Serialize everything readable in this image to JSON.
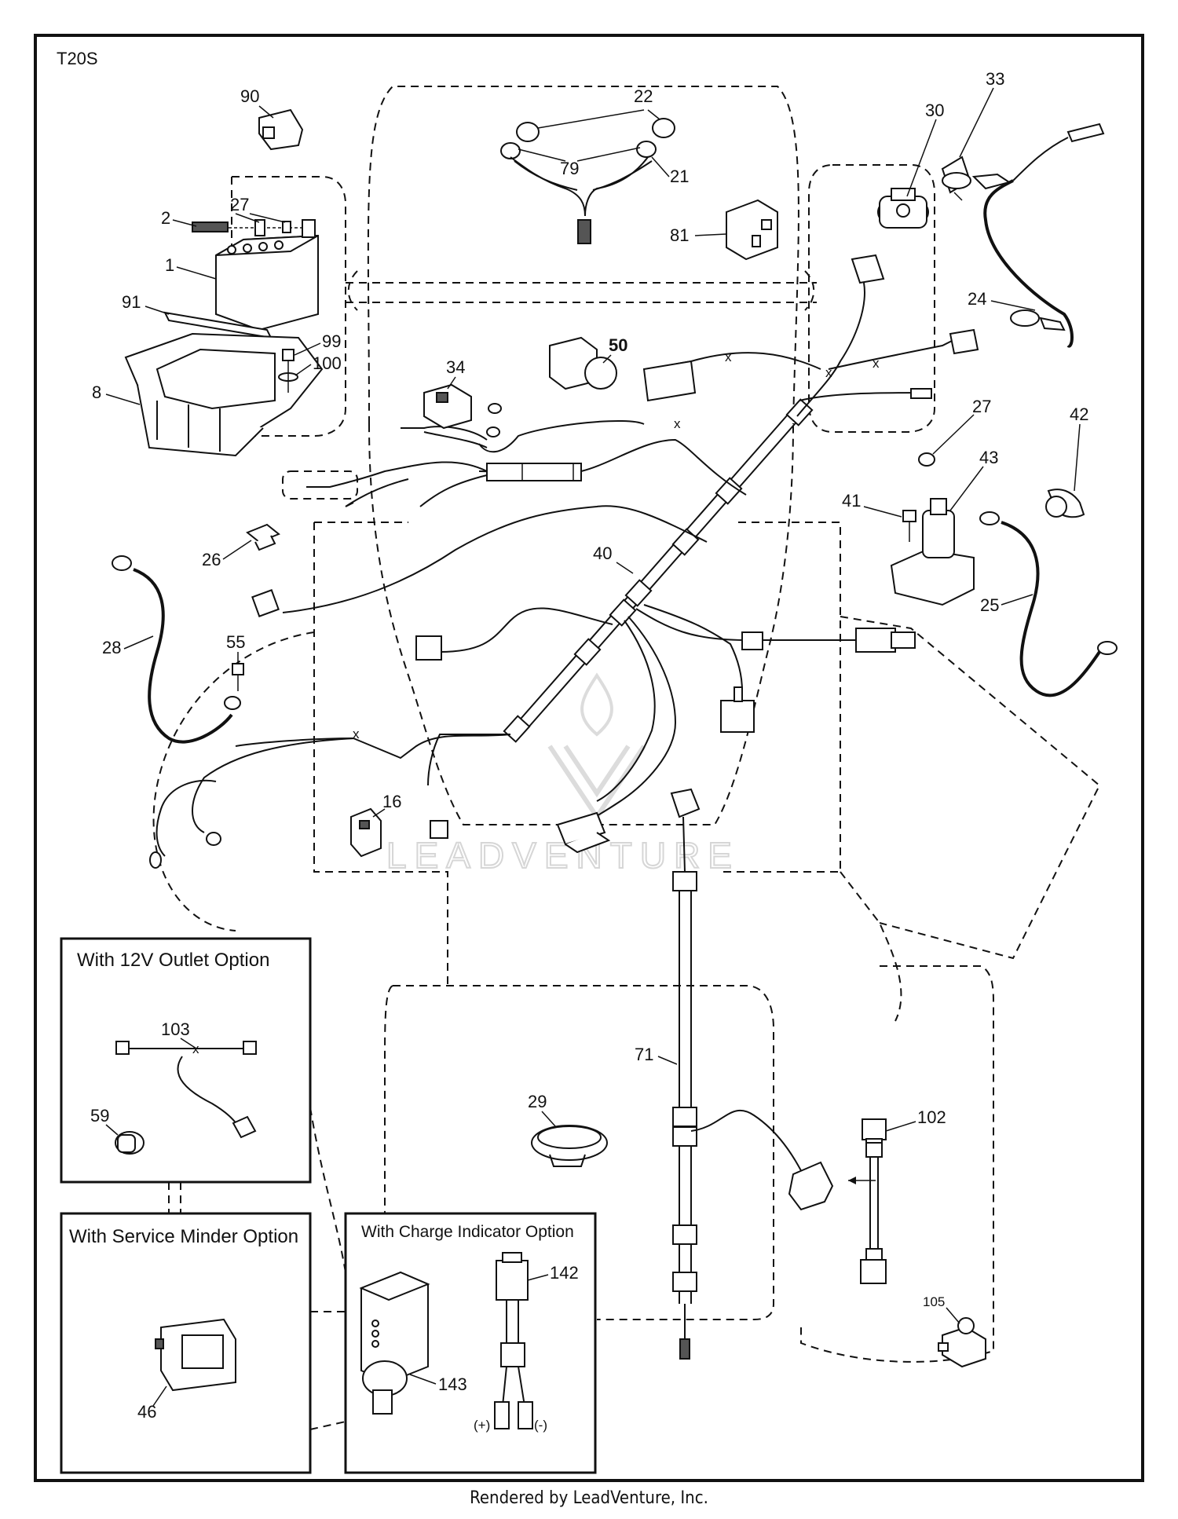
{
  "diagram_code": "T20S",
  "footer": "Rendered by LeadVenture, Inc.",
  "watermark": "LEADVENTURE",
  "callouts": {
    "c1": "1",
    "c2": "2",
    "c8": "8",
    "c16": "16",
    "c21": "21",
    "c22": "22",
    "c24": "24",
    "c25": "25",
    "c26": "26",
    "c27a": "27",
    "c27b": "27",
    "c28": "28",
    "c29": "29",
    "c30": "30",
    "c33": "33",
    "c34": "34",
    "c40": "40",
    "c41": "41",
    "c42": "42",
    "c43": "43",
    "c46": "46",
    "c50": "50",
    "c55": "55",
    "c59": "59",
    "c71": "71",
    "c79": "79",
    "c81": "81",
    "c90": "90",
    "c91": "91",
    "c99": "99",
    "c100": "100",
    "c102": "102",
    "c103": "103",
    "c105": "105",
    "c142": "142",
    "c143": "143"
  },
  "option_boxes": {
    "outlet": "With 12V Outlet Option",
    "service_minder": "With Service Minder Option",
    "charge_indicator": "With Charge Indicator Option"
  },
  "polarity": {
    "plus": "(+)",
    "minus": "(-)"
  }
}
